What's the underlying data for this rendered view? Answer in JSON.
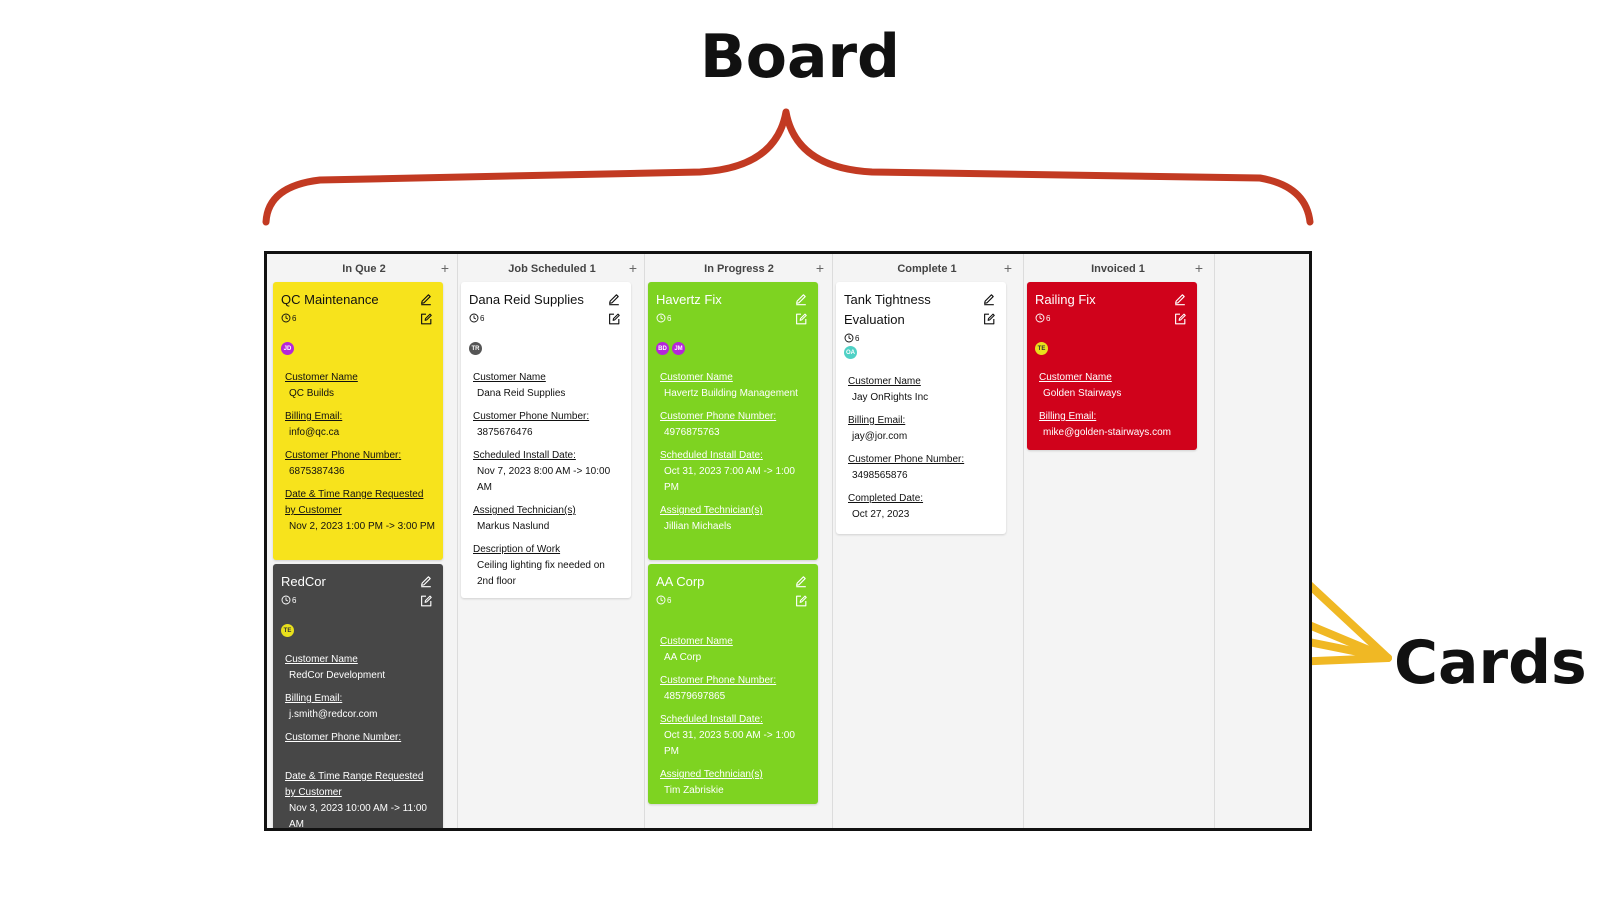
{
  "annotations": {
    "board_label": "Board",
    "cards_label": "Cards",
    "brace_color": "#c23a22",
    "arrow_color": "#f0b824"
  },
  "icons": {
    "add": "plus-icon",
    "edit": "pencil-icon",
    "open": "edit-square-icon",
    "time": "clock-icon"
  },
  "columns": [
    {
      "title": "In Que 2",
      "add": "+"
    },
    {
      "title": "Job Scheduled 1",
      "add": "+"
    },
    {
      "title": "In Progress 2",
      "add": "+"
    },
    {
      "title": "Complete 1",
      "add": "+"
    },
    {
      "title": "Invoiced 1",
      "add": "+"
    },
    {
      "title": "P",
      "add": ""
    }
  ],
  "cards": [
    {
      "title": "QC Maintenance",
      "count": "6",
      "bg": "#f7e31c",
      "theme": "dark",
      "avatars": [
        {
          "initials": "JD",
          "color": "#b526d9"
        }
      ],
      "fields": [
        {
          "label": "Customer Name",
          "value": "QC Builds"
        },
        {
          "label": "Billing Email:",
          "value": "info@qc.ca"
        },
        {
          "label": "Customer Phone Number:",
          "value": "6875387436"
        },
        {
          "label": "Date & Time Range Requested by Customer",
          "value": "Nov 2, 2023 1:00 PM -> 3:00 PM"
        }
      ]
    },
    {
      "title": "RedCor",
      "count": "6",
      "bg": "#474747",
      "theme": "light",
      "avatars": [
        {
          "initials": "TE",
          "color": "#e8e01c"
        }
      ],
      "fields": [
        {
          "label": "Customer Name",
          "value": "RedCor Development"
        },
        {
          "label": "Billing Email:",
          "value": "j.smith@redcor.com"
        },
        {
          "label": "Customer Phone Number:",
          "value": ""
        },
        {
          "label": "Date & Time Range Requested by Customer",
          "value": "Nov 3, 2023 10:00 AM -> 11:00 AM"
        }
      ]
    },
    {
      "title": "Dana Reid Supplies",
      "count": "6",
      "bg": "#ffffff",
      "theme": "dark",
      "avatars": [
        {
          "initials": "TR",
          "color": "#555555"
        }
      ],
      "fields": [
        {
          "label": "Customer Name",
          "value": "Dana Reid Supplies"
        },
        {
          "label": "Customer Phone Number:",
          "value": "3875676476"
        },
        {
          "label": "Scheduled Install Date:",
          "value": "Nov 7, 2023 8:00 AM -> 10:00 AM"
        },
        {
          "label": "Assigned Technician(s)",
          "value": "Markus Naslund"
        },
        {
          "label": "Description of Work",
          "value": "Ceiling lighting fix needed on 2nd floor"
        }
      ]
    },
    {
      "title": "Havertz Fix",
      "count": "6",
      "bg": "#7ed321",
      "theme": "light",
      "avatars": [
        {
          "initials": "BD",
          "color": "#b526d9"
        },
        {
          "initials": "JM",
          "color": "#b526d9"
        }
      ],
      "fields": [
        {
          "label": "Customer Name",
          "value": "Havertz Building Management"
        },
        {
          "label": "Customer Phone Number:",
          "value": "4976875763"
        },
        {
          "label": "Scheduled Install Date:",
          "value": "Oct 31, 2023 7:00 AM -> 1:00 PM"
        },
        {
          "label": "Assigned Technician(s)",
          "value": "Jillian Michaels"
        }
      ]
    },
    {
      "title": "AA Corp",
      "count": "6",
      "bg": "#7ed321",
      "theme": "light",
      "avatars": [],
      "fields": [
        {
          "label": "Customer Name",
          "value": "AA Corp"
        },
        {
          "label": "Customer Phone Number:",
          "value": "48579697865"
        },
        {
          "label": "Scheduled Install Date:",
          "value": "Oct 31, 2023 5:00 AM -> 1:00 PM"
        },
        {
          "label": "Assigned Technician(s)",
          "value": "Tim Zabriskie"
        }
      ]
    },
    {
      "title": "Tank Tightness Evaluation",
      "count": "6",
      "bg": "#ffffff",
      "theme": "dark",
      "avatars": [
        {
          "initials": "OA",
          "color": "#4fd1c5"
        }
      ],
      "fields": [
        {
          "label": "Customer Name",
          "value": "Jay OnRights Inc"
        },
        {
          "label": "Billing Email:",
          "value": "jay@jor.com"
        },
        {
          "label": "Customer Phone Number:",
          "value": "3498565876"
        },
        {
          "label": "Completed Date:",
          "value": "Oct 27, 2023"
        }
      ]
    },
    {
      "title": "Railing Fix",
      "count": "6",
      "bg": "#d0021b",
      "theme": "light",
      "avatars": [
        {
          "initials": "TE",
          "color": "#e8e01c"
        }
      ],
      "fields": [
        {
          "label": "Customer Name",
          "value": "Golden Stairways"
        },
        {
          "label": "Billing Email:",
          "value": "mike@golden-stairways.com"
        }
      ]
    }
  ]
}
